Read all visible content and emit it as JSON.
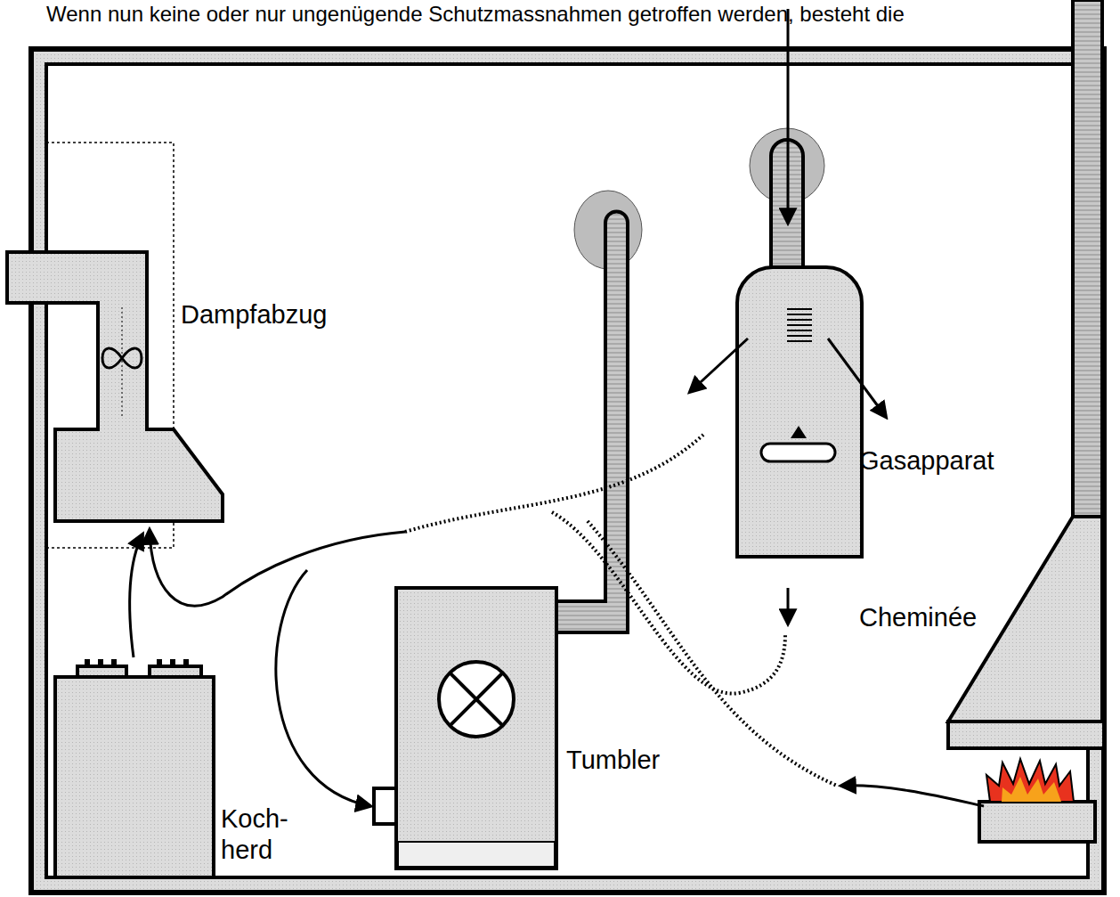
{
  "diagram": {
    "labels": [
      "Wenn nun keine oder nur ungenügende Schutzmassnahmen getroffen werden, besteht die",
      "Dampfabzug",
      "Gasapparat",
      "Cheminée",
      "Tumbler",
      "Koch- herd"
    ]
  }
}
